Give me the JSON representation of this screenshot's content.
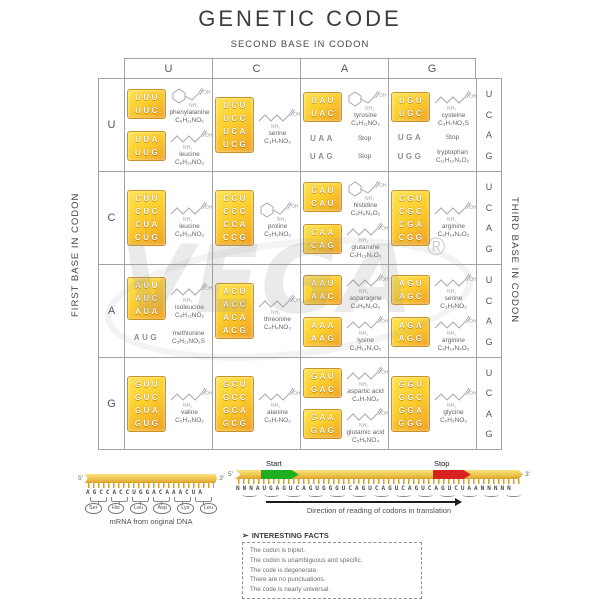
{
  "title": "GENETIC CODE",
  "axis_labels": {
    "second": "SECOND BASE IN CODON",
    "first": "FIRST BASE IN CODON",
    "third": "THIRD BASE IN CODON"
  },
  "bases": [
    "U",
    "C",
    "A",
    "G"
  ],
  "table": {
    "rows": [
      {
        "base": "U",
        "cells": [
          {
            "groups": [
              {
                "codons": [
                  "UUU",
                  "UUC"
                ],
                "boxed": true,
                "name": "phenylalanine",
                "formula": "C₉H₁₁NO₂",
                "structure": "ring"
              },
              {
                "codons": [
                  "UUA",
                  "UUG"
                ],
                "boxed": true,
                "name": "leucine",
                "formula": "C₆H₁₃NO₂",
                "structure": "chain"
              }
            ]
          },
          {
            "groups": [
              {
                "codons": [
                  "UCU",
                  "UCC",
                  "UCA",
                  "UCG"
                ],
                "boxed": true,
                "name": "serine",
                "formula": "C₃H₇NO₃",
                "structure": "chain"
              }
            ]
          },
          {
            "groups": [
              {
                "codons": [
                  "UAU",
                  "UAC"
                ],
                "boxed": true,
                "name": "tyrosine",
                "formula": "C₉H₁₁NO₃",
                "structure": "ring"
              },
              {
                "codons": [
                  "UAA"
                ],
                "boxed": false,
                "name": "Stop",
                "formula": "",
                "structure": "none"
              },
              {
                "codons": [
                  "UAG"
                ],
                "boxed": false,
                "name": "Stop",
                "formula": "",
                "structure": "none"
              }
            ]
          },
          {
            "groups": [
              {
                "codons": [
                  "UGU",
                  "UGC"
                ],
                "boxed": true,
                "name": "cysteine",
                "formula": "C₃H₇NO₂S",
                "structure": "chain"
              },
              {
                "codons": [
                  "UGA"
                ],
                "boxed": false,
                "name": "Stop",
                "formula": "",
                "structure": "none"
              },
              {
                "codons": [
                  "UGG"
                ],
                "boxed": false,
                "name": "tryptophan",
                "formula": "C₁₁H₁₂N₂O₂",
                "structure": "none"
              }
            ]
          }
        ]
      },
      {
        "base": "C",
        "cells": [
          {
            "groups": [
              {
                "codons": [
                  "CUU",
                  "CUC",
                  "CUA",
                  "CUG"
                ],
                "boxed": true,
                "name": "leucine",
                "formula": "C₆H₁₃NO₂",
                "structure": "chain"
              }
            ]
          },
          {
            "groups": [
              {
                "codons": [
                  "CCU",
                  "CCC",
                  "CCA",
                  "CCG"
                ],
                "boxed": true,
                "name": "proline",
                "formula": "C₅H₉NO₂",
                "structure": "ring"
              }
            ]
          },
          {
            "groups": [
              {
                "codons": [
                  "CAU",
                  "CAU"
                ],
                "boxed": true,
                "name": "histidine",
                "formula": "C₆H₉N₃O₂",
                "structure": "ring"
              },
              {
                "codons": [
                  "CAA",
                  "CAG"
                ],
                "boxed": true,
                "name": "glutamine",
                "formula": "C₅H₁₀N₂O₃",
                "structure": "chain"
              }
            ]
          },
          {
            "groups": [
              {
                "codons": [
                  "CGU",
                  "CGC",
                  "CGA",
                  "CGG"
                ],
                "boxed": true,
                "name": "arginine",
                "formula": "C₆H₁₄N₄O₂",
                "structure": "chain"
              }
            ]
          }
        ]
      },
      {
        "base": "A",
        "cells": [
          {
            "groups": [
              {
                "codons": [
                  "AUU",
                  "AUC",
                  "AUA"
                ],
                "boxed": true,
                "name": "isoleucine",
                "formula": "C₆H₁₃NO₂",
                "structure": "chain"
              },
              {
                "codons": [
                  "AUG"
                ],
                "boxed": false,
                "name": "methionine",
                "formula": "C₅H₁₁NO₂S",
                "structure": "none"
              }
            ]
          },
          {
            "groups": [
              {
                "codons": [
                  "ACU",
                  "ACC",
                  "ACA",
                  "ACG"
                ],
                "boxed": true,
                "name": "threonine",
                "formula": "C₄H₉NO₃",
                "structure": "chain"
              }
            ]
          },
          {
            "groups": [
              {
                "codons": [
                  "AAU",
                  "AAC"
                ],
                "boxed": true,
                "name": "asparagine",
                "formula": "C₄H₈N₂O₃",
                "structure": "chain"
              },
              {
                "codons": [
                  "AAA",
                  "AAG"
                ],
                "boxed": true,
                "name": "lysine",
                "formula": "C₆H₁₄N₂O₂",
                "structure": "chain"
              }
            ]
          },
          {
            "groups": [
              {
                "codons": [
                  "AGU",
                  "AGC"
                ],
                "boxed": true,
                "name": "serine",
                "formula": "C₃H₇NO₃",
                "structure": "chain"
              },
              {
                "codons": [
                  "AGA",
                  "AGG"
                ],
                "boxed": true,
                "name": "arginine",
                "formula": "C₆H₁₄N₄O₂",
                "structure": "chain"
              }
            ]
          }
        ]
      },
      {
        "base": "G",
        "cells": [
          {
            "groups": [
              {
                "codons": [
                  "GUU",
                  "GUC",
                  "GUA",
                  "GUG"
                ],
                "boxed": true,
                "name": "valine",
                "formula": "C₅H₁₁NO₂",
                "structure": "chain"
              }
            ]
          },
          {
            "groups": [
              {
                "codons": [
                  "GCU",
                  "GCC",
                  "GCA",
                  "GCG"
                ],
                "boxed": true,
                "name": "alanine",
                "formula": "C₃H₇NO₂",
                "structure": "chain"
              }
            ]
          },
          {
            "groups": [
              {
                "codons": [
                  "GAU",
                  "GAC"
                ],
                "boxed": true,
                "name": "aspartic acid",
                "formula": "C₄H₇NO₄",
                "structure": "chain"
              },
              {
                "codons": [
                  "GAA",
                  "GAG"
                ],
                "boxed": true,
                "name": "glutamic acid",
                "formula": "C₅H₉NO₄",
                "structure": "chain"
              }
            ]
          },
          {
            "groups": [
              {
                "codons": [
                  "GGU",
                  "GGC",
                  "GGA",
                  "GGG"
                ],
                "boxed": true,
                "name": "glycine",
                "formula": "C₂H₅NO₂",
                "structure": "chain"
              }
            ]
          }
        ]
      }
    ]
  },
  "watermark": {
    "text": "VEGA",
    "registered": "®"
  },
  "structure_atoms": {
    "oh": "OH",
    "nh2": "NH₂"
  },
  "mrna_left": {
    "five": "5'",
    "three": "3'",
    "sequence": "AGCCACCUGGACAAACUA",
    "amino_acids": [
      "Ser",
      "His",
      "Leu",
      "Asp",
      "Lys",
      "Leu"
    ],
    "caption": "mRNA from original DNA"
  },
  "mrna_right": {
    "five": "5'",
    "three": "3'",
    "start": "Start",
    "stop": "Stop",
    "sequence": "NNNAUGAGUCAGUGGGUCAGUCAGUCAGUCAGUCUAANNNNN",
    "codon_count": 13,
    "caption": "Direction of reading of codons in translation"
  },
  "facts": {
    "header": "INTERESTING FACTS",
    "icon": "➣",
    "items": [
      "The codon is triplet.",
      "The codon is unambiguous and specific.",
      "The code is degenerate.",
      "There are no punctuations.",
      "The code is nearly universal."
    ]
  },
  "colors": {
    "codon_box_light": "#ffe44f",
    "codon_box_dark": "#f0a224",
    "box_border": "#c9922a",
    "start_green": "#1fae1f",
    "stop_red": "#d92121",
    "ribbon_yellow": "#edc44e",
    "grid_line": "#a3a3a3"
  }
}
